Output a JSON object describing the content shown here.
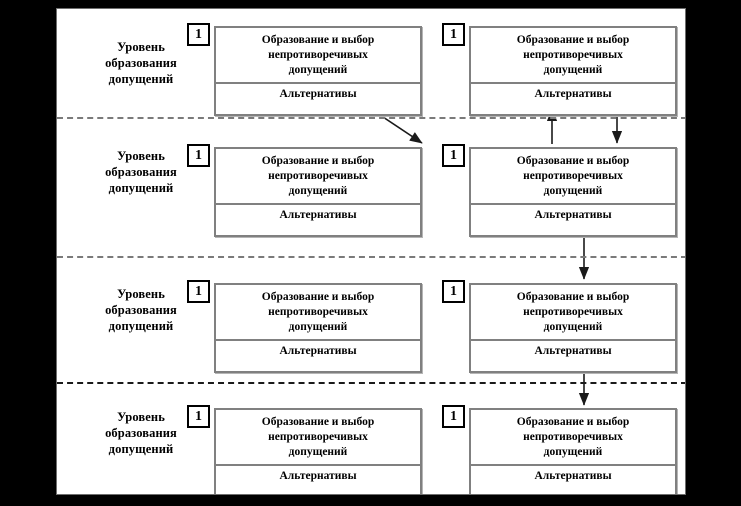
{
  "diagram": {
    "title_text": "",
    "lane_label": "Уровень образования допущений",
    "lane_label_line1": "Уровень",
    "lane_label_line2": "образования",
    "lane_label_line3": "допущений",
    "badge_number": "1",
    "box_title": "Образование и выбор непротиворечивых допущений",
    "box_title_line1": "Образование и выбор",
    "box_title_line2": "непротиворечивых",
    "box_title_line3": "допущений",
    "box_alternatives": "Альтернативы",
    "colors": {
      "page_background": "#000000",
      "canvas_background": "#ffffff",
      "box_border": "#808080",
      "badge_border": "#000000",
      "divider": "#7a7a7a",
      "divider_dark": "#1b1b1b",
      "arrow": "#1a1a1a",
      "text": "#000000"
    },
    "lanes": [
      {
        "id": "lane-1",
        "label_line1": "Уровень",
        "label_line2": "образования",
        "label_line3": "допущений",
        "boxes": [
          {
            "id": "lane1-box-left",
            "badge": "1",
            "title_line1": "Образование и выбор",
            "title_line2": "непротиворечивых",
            "title_line3": "допущений",
            "alt": "Альтернативы"
          },
          {
            "id": "lane1-box-right",
            "badge": "1",
            "title_line1": "Образование и выбор",
            "title_line2": "непротиворечивых",
            "title_line3": "допущений",
            "alt": "Альтернативы"
          }
        ]
      },
      {
        "id": "lane-2",
        "label_line1": "Уровень",
        "label_line2": "образования",
        "label_line3": "допущений",
        "boxes": [
          {
            "id": "lane2-box-left",
            "badge": "1",
            "title_line1": "Образование и выбор",
            "title_line2": "непротиворечивых",
            "title_line3": "допущений",
            "alt": "Альтернативы"
          },
          {
            "id": "lane2-box-right",
            "badge": "1",
            "title_line1": "Образование и выбор",
            "title_line2": "непротиворечивых",
            "title_line3": "допущений",
            "alt": "Альтернативы"
          }
        ]
      },
      {
        "id": "lane-3",
        "label_line1": "Уровень",
        "label_line2": "образования",
        "label_line3": "допущений",
        "boxes": [
          {
            "id": "lane3-box-left",
            "badge": "1",
            "title_line1": "Образование и выбор",
            "title_line2": "непротиворечивых",
            "title_line3": "допущений",
            "alt": "Альтернативы"
          },
          {
            "id": "lane3-box-right",
            "badge": "1",
            "title_line1": "Образование и выбор",
            "title_line2": "непротиворечивых",
            "title_line3": "допущений",
            "alt": "Альтернативы"
          }
        ]
      },
      {
        "id": "lane-4",
        "label_line1": "Уровень",
        "label_line2": "образования",
        "label_line3": "допущений",
        "boxes": [
          {
            "id": "lane4-box-left",
            "badge": "1",
            "title_line1": "Образование и выбор",
            "title_line2": "непротиворечивых",
            "title_line3": "допущений",
            "alt": "Альтернативы"
          },
          {
            "id": "lane4-box-right",
            "badge": "1",
            "title_line1": "Образование и выбор",
            "title_line2": "непротиворечивых",
            "title_line3": "допущений",
            "alt": "Альтернативы"
          }
        ]
      }
    ],
    "connectors": [
      {
        "id": "conn-diagonal-lane1left-to-lane2badge",
        "kind": "diagonal-arrow",
        "from": "lane1-box-left",
        "to": "lane2-box-left-badge"
      },
      {
        "id": "conn-up-lane2right-to-lane1right",
        "kind": "up-arrow",
        "from": "lane2-box-right",
        "to": "lane1-box-right"
      },
      {
        "id": "conn-down-lane1right-to-lane2right",
        "kind": "down-arrow",
        "from": "lane1-box-right",
        "to": "lane2-box-right"
      },
      {
        "id": "conn-down-lane2right-to-lane3right",
        "kind": "down-arrow",
        "from": "lane2-box-right",
        "to": "lane3-box-right"
      },
      {
        "id": "conn-down-lane3right-to-lane4right",
        "kind": "down-arrow",
        "from": "lane3-box-right",
        "to": "lane4-box-right"
      }
    ]
  }
}
